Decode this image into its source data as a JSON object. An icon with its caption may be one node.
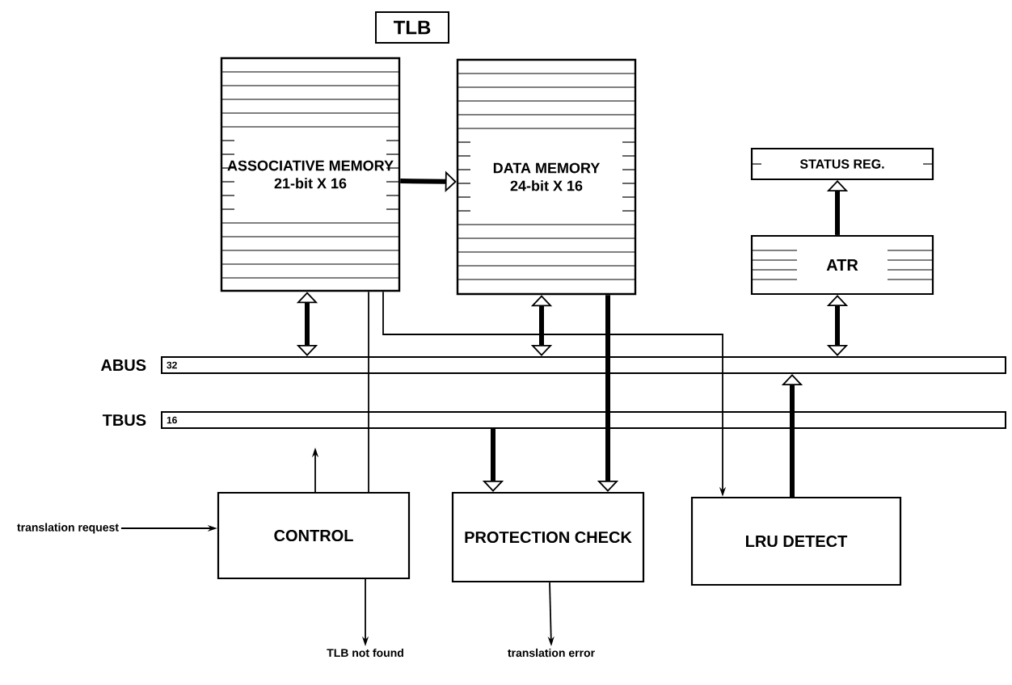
{
  "diagram": {
    "title": "TLB",
    "nodes": [
      {
        "text": [
          "ASSOCIATIVE MEMORY",
          "21-bit X 16"
        ]
      },
      {
        "text": [
          "DATA MEMORY",
          "24-bit X 16"
        ]
      },
      {
        "text": [
          "STATUS REG."
        ]
      },
      {
        "text": [
          "ATR"
        ]
      },
      {
        "text": [
          "32"
        ],
        "beside": [
          "ABUS"
        ]
      },
      {
        "text": [
          "16"
        ],
        "beside": [
          "TBUS"
        ]
      },
      {
        "text": [
          "CONTROL"
        ]
      },
      {
        "text": [
          "PROTECTION CHECK"
        ]
      },
      {
        "text": [
          "LRU DETECT"
        ]
      },
      {
        "text": [
          "translation request"
        ]
      },
      {
        "text": [
          "TLB not found"
        ]
      },
      {
        "text": [
          "translation error"
        ]
      }
    ],
    "edges": [
      {
        "from": 0,
        "to": 1,
        "arrow": "to"
      },
      {
        "from": 0,
        "to": 4,
        "arrow": "both"
      },
      {
        "from": 1,
        "to": 4,
        "arrow": "both"
      },
      {
        "from": 1,
        "to": 7,
        "arrow": "to"
      },
      {
        "from": 3,
        "to": 2,
        "arrow": "to"
      },
      {
        "from": 3,
        "to": 4,
        "arrow": "both"
      },
      {
        "from": 8,
        "to": 4,
        "arrow": "to"
      },
      {
        "from": 5,
        "to": 7,
        "arrow": "to"
      },
      {
        "from": 0,
        "to": 8,
        "arrow": "to"
      },
      {
        "from": 0,
        "to": 6,
        "arrow": "none"
      },
      {
        "from": 6,
        "to": null,
        "arrow": "to"
      },
      {
        "from": 9,
        "to": 6,
        "arrow": "to"
      },
      {
        "from": 6,
        "to": 10,
        "arrow": "to"
      },
      {
        "from": 7,
        "to": 11,
        "arrow": "to"
      }
    ]
  }
}
